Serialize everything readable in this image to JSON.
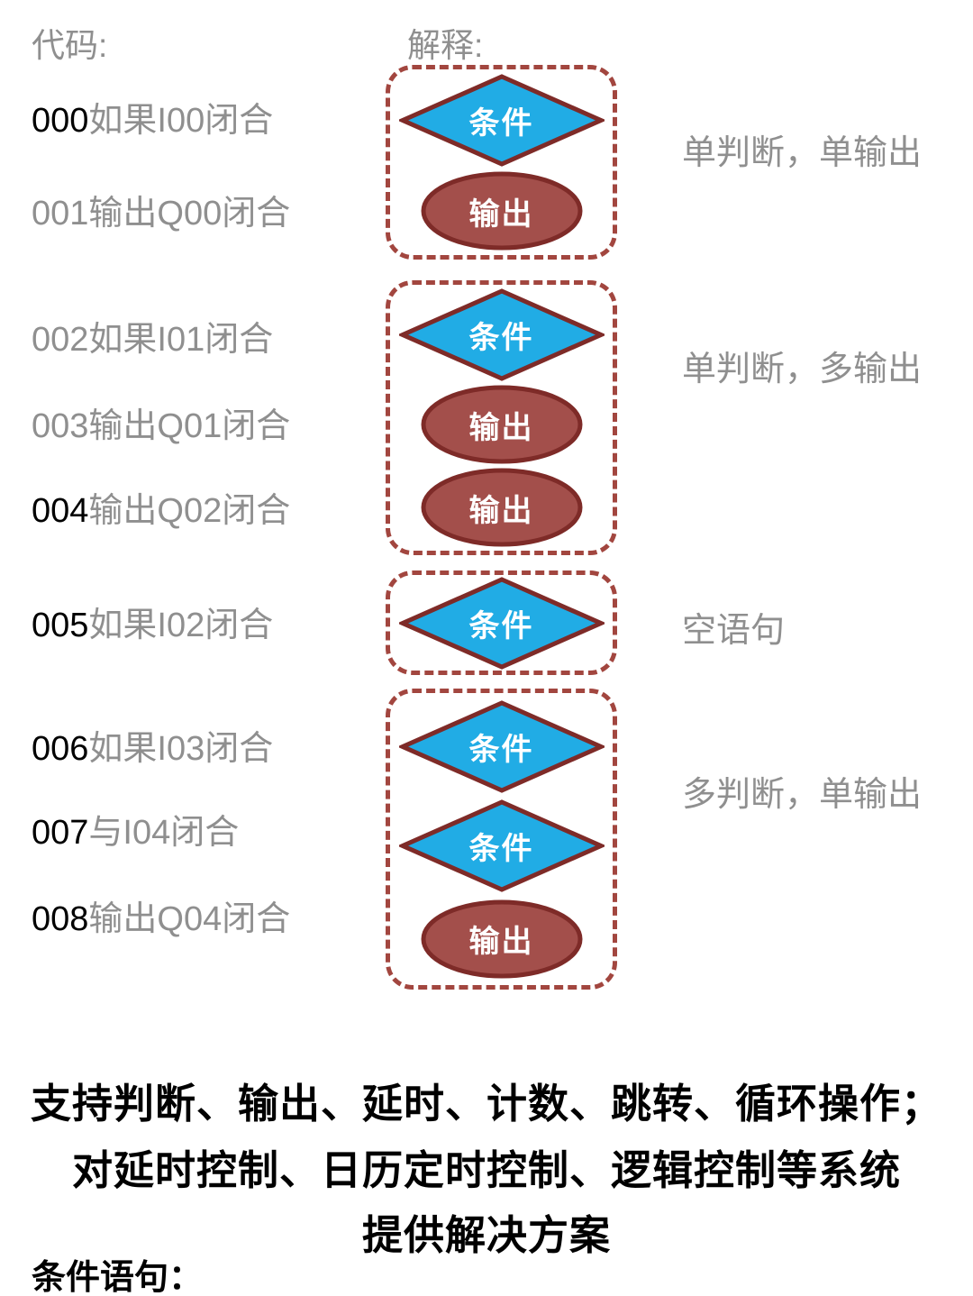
{
  "header": {
    "code_label": "代码:",
    "explain_label": "解释:"
  },
  "code_lines": [
    {
      "num": "000",
      "num_style": "num-black",
      "text": "如果I00闭合"
    },
    {
      "num": "001",
      "num_style": "num-gray",
      "text": "输出Q00闭合"
    },
    {
      "num": "002",
      "num_style": "num-gray",
      "text": "如果I01闭合"
    },
    {
      "num": "003",
      "num_style": "num-gray",
      "text": "输出Q01闭合"
    },
    {
      "num": "004",
      "num_style": "num-black",
      "text": "输出Q02闭合"
    },
    {
      "num": "005",
      "num_style": "num-black",
      "text": "如果I02闭合"
    },
    {
      "num": "006",
      "num_style": "num-black",
      "text": "如果I03闭合"
    },
    {
      "num": "007",
      "num_style": "num-black",
      "text": "与I04闭合"
    },
    {
      "num": "008",
      "num_style": "num-black",
      "text": "输出Q04闭合"
    }
  ],
  "shape_labels": {
    "condition": "条件",
    "output": "输出"
  },
  "groups": [
    {
      "shapes": [
        "condition",
        "output"
      ],
      "label": "单判断，单输出"
    },
    {
      "shapes": [
        "condition",
        "output",
        "output"
      ],
      "label": "单判断，多输出"
    },
    {
      "shapes": [
        "condition"
      ],
      "label": "空语句"
    },
    {
      "shapes": [
        "condition",
        "condition",
        "output"
      ],
      "label": "多判断，单输出"
    }
  ],
  "footer": {
    "lines": [
      "支持判断、输出、延时、计数、跳转、循环操作；",
      "对延时控制、日历定时控制、逻辑控制等系统",
      "提供解决方案"
    ],
    "section_label": "条件语句："
  },
  "colors": {
    "gray_text": "#8f8f8f",
    "black_text": "#000000",
    "diamond_fill": "#21ACE5",
    "ellipse_fill": "#A34F4B",
    "shape_stroke": "#7E2B28",
    "dash_border": "#A2463F",
    "shape_text": "#FFFFFF"
  }
}
